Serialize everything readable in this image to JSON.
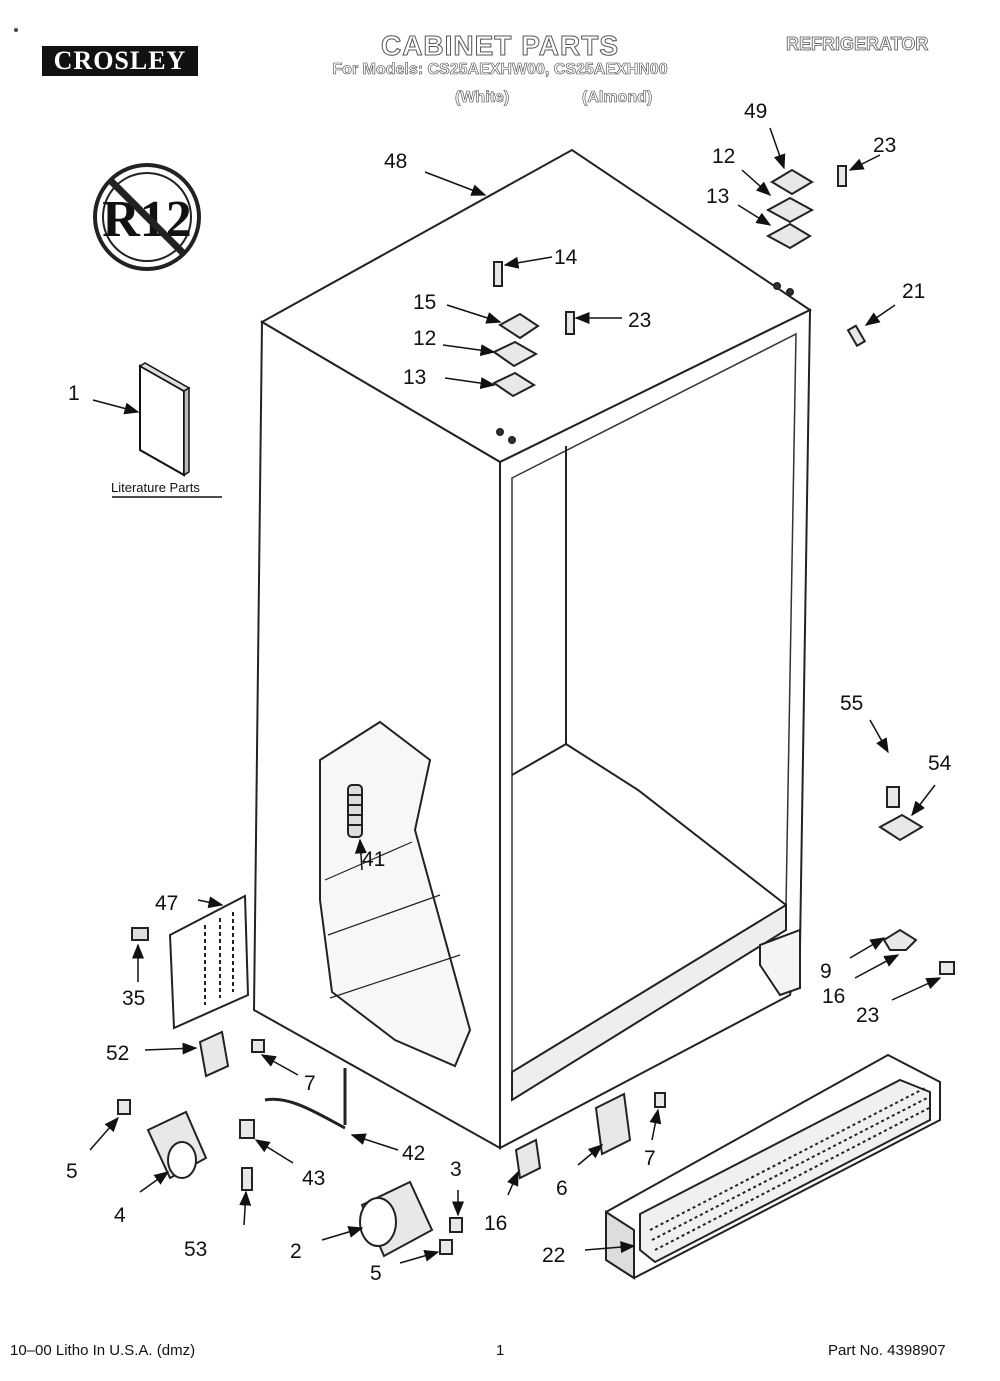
{
  "header": {
    "brand": "CROSLEY",
    "title": "CABINET PARTS",
    "models": "For Models: CS25AEXHW00, CS25AEXHN00",
    "variant_white": "(White)",
    "variant_almond": "(Almond)",
    "product": "REFRIGERATOR"
  },
  "badge": {
    "text": "R12"
  },
  "literature": {
    "label": "Literature Parts"
  },
  "callouts": {
    "c1": "1",
    "c2": "2",
    "c3": "3",
    "c4": "4",
    "c5a": "5",
    "c5b": "5",
    "c6": "6",
    "c7a": "7",
    "c7b": "7",
    "c9": "9",
    "c12a": "12",
    "c12b": "12",
    "c13a": "13",
    "c13b": "13",
    "c14": "14",
    "c15": "15",
    "c16a": "16",
    "c16b": "16",
    "c21": "21",
    "c22": "22",
    "c23a": "23",
    "c23b": "23",
    "c23c": "23",
    "c35": "35",
    "c41": "41",
    "c42": "42",
    "c43": "43",
    "c47": "47",
    "c48": "48",
    "c49": "49",
    "c52": "52",
    "c53": "53",
    "c54": "54",
    "c55": "55"
  },
  "footer": {
    "left": "10–00 Litho In U.S.A. (dmz)",
    "page": "1",
    "part_no": "Part No. 4398907"
  }
}
